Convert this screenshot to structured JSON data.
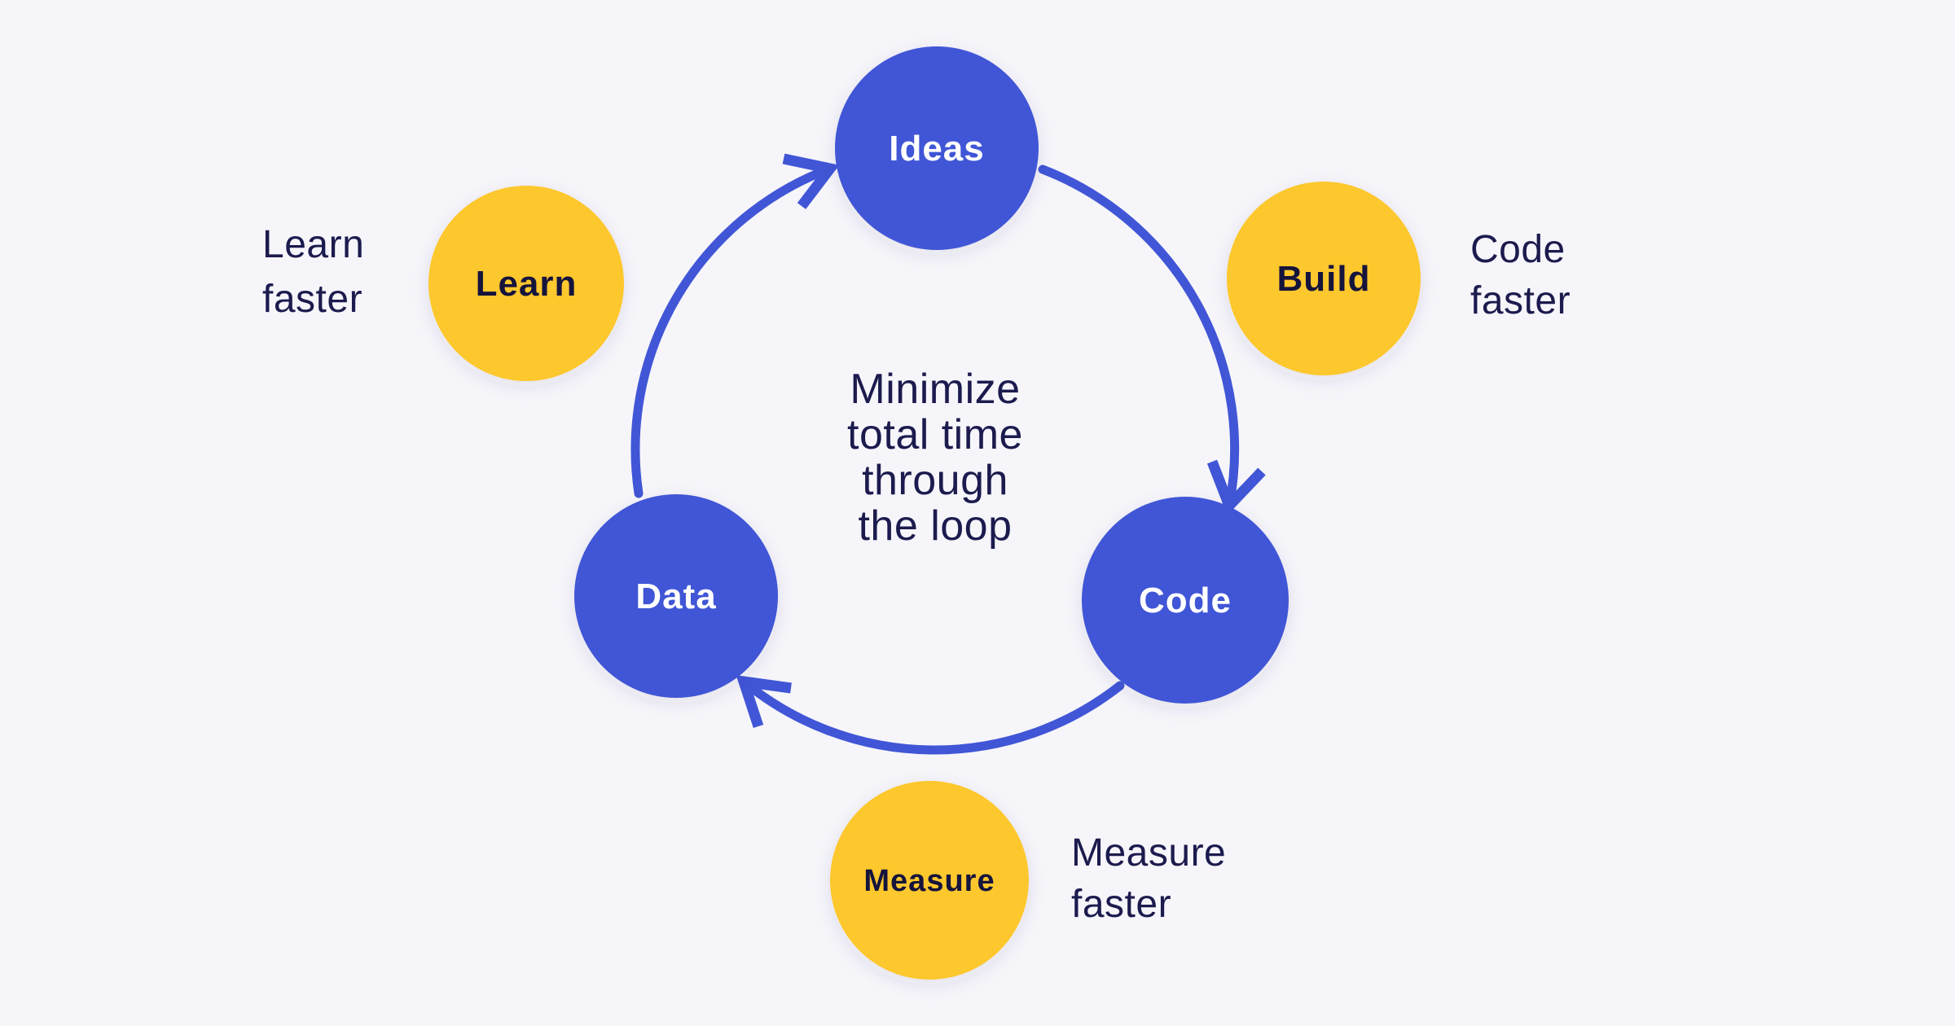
{
  "colors": {
    "background": "#F6F5FA",
    "node_blue": "#4156D6",
    "arrow_blue": "#4156D6",
    "accent_yellow": "#FDC72E",
    "text_navy": "#1C1B4E",
    "label_on_blue": "#FFFFFF",
    "label_on_yellow": "#15143C"
  },
  "diagram": {
    "center_text": {
      "lines": [
        "Minimize",
        "total time",
        "through",
        "the loop"
      ]
    },
    "loop_nodes": [
      {
        "id": "ideas",
        "label": "Ideas"
      },
      {
        "id": "code",
        "label": "Code"
      },
      {
        "id": "data",
        "label": "Data"
      }
    ],
    "accent_nodes": [
      {
        "id": "learn",
        "label": "Learn",
        "caption": {
          "lines": [
            "Learn",
            "faster"
          ]
        }
      },
      {
        "id": "build",
        "label": "Build",
        "caption": {
          "lines": [
            "Code",
            "faster"
          ]
        }
      },
      {
        "id": "measure",
        "label": "Measure",
        "caption": {
          "lines": [
            "Measure",
            "faster"
          ]
        }
      }
    ],
    "arrows": [
      {
        "from": "ideas",
        "to": "code"
      },
      {
        "from": "code",
        "to": "data"
      },
      {
        "from": "data",
        "to": "ideas"
      }
    ]
  }
}
